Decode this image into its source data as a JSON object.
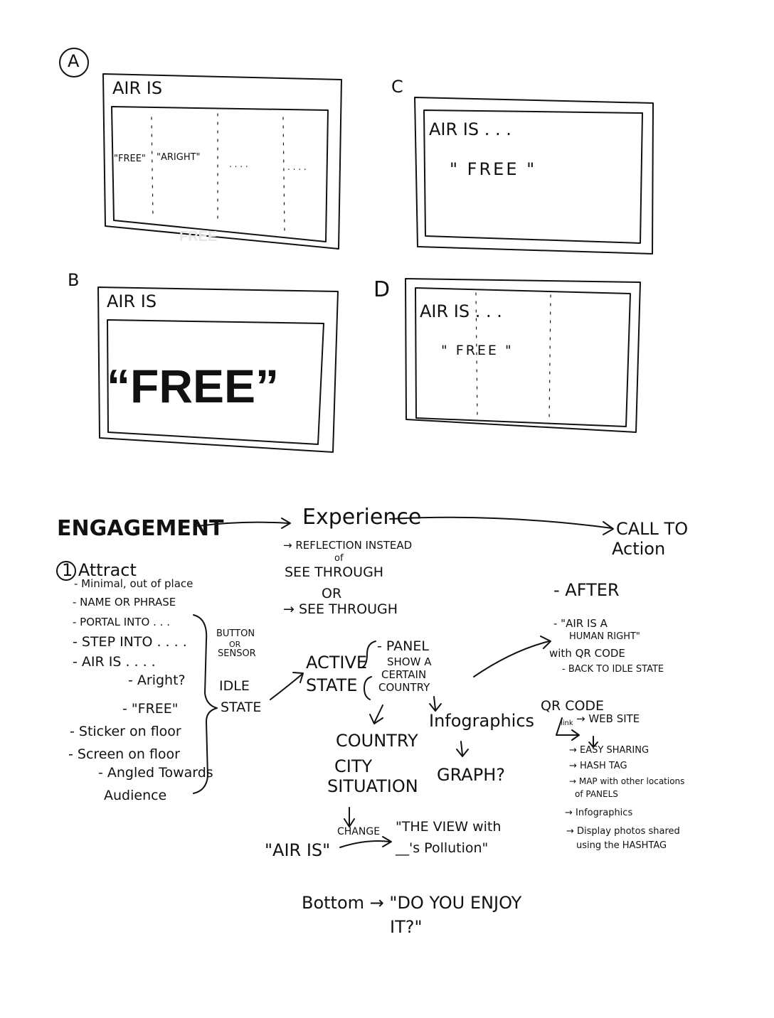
{
  "sketch": {
    "a": {
      "letter": "A",
      "title": "AIR IS",
      "word1": "\"FREE\"",
      "word2": "\"ARIGHT\"",
      "dots1": ". . . .",
      "dots2": ". . . .",
      "ghost": "FREE"
    },
    "b": {
      "letter": "B",
      "title": "AIR IS",
      "big_word": "“FREE”"
    },
    "c": {
      "letter": "C",
      "title": "AIR IS . . .",
      "word": "\" FREE \""
    },
    "d": {
      "letter": "D",
      "title": "AIR IS . . .",
      "word": "\" FREE \""
    }
  },
  "flow": {
    "engagement": "ENGAGEMENT",
    "experience": "Experience",
    "call_to_action": [
      "CALL TO",
      "Action"
    ],
    "experience_notes": [
      "→ REFLECTION INSTEAD",
      "of",
      "SEE THROUGH",
      "OR",
      "→ SEE THROUGH"
    ]
  },
  "attract": {
    "heading": "1 Attract",
    "items": [
      "- Minimal, out of place",
      "- NAME OR PHRASE",
      "- PORTAL INTO . . .",
      "- STEP INTO . . . .",
      "- AIR IS . . . .",
      "- Aright?",
      "- \"FREE\"",
      "- Sticker on floor",
      "- Screen on floor",
      "- Angled Towards",
      "Audience"
    ]
  },
  "idle": {
    "button_sensor": [
      "BUTTON",
      "OR",
      "SENSOR"
    ],
    "idle_state": [
      "IDLE",
      "STATE"
    ]
  },
  "active": {
    "active_state": [
      "ACTIVE",
      "STATE"
    ],
    "panel": [
      "- PANEL",
      "SHOW A",
      "CERTAIN",
      "COUNTRY"
    ],
    "country_city": [
      "COUNTRY",
      "CITY",
      "SITUATION"
    ],
    "infographics": "Infographics",
    "graph": "GRAPH?",
    "air_is": "\"AIR IS\"",
    "change": "CHANGE",
    "the_view": [
      "\"THE VIEW with",
      "__'s Pollution\""
    ],
    "bottom": [
      "Bottom → \"DO YOU ENJOY",
      "IT?\""
    ]
  },
  "after": {
    "heading": "- AFTER",
    "items": [
      "- \"AIR IS A",
      "HUMAN RIGHT\"",
      "with QR CODE",
      "- BACK TO IDLE STATE"
    ]
  },
  "qr": {
    "heading": "QR CODE",
    "link": "link",
    "website": "→ WEB SITE",
    "items": [
      "→ EASY SHARING",
      "→ HASH TAG",
      "→ MAP with other locations",
      "of PANELS",
      "→ Infographics",
      "→ Display photos shared",
      "using the HASHTAG"
    ]
  }
}
